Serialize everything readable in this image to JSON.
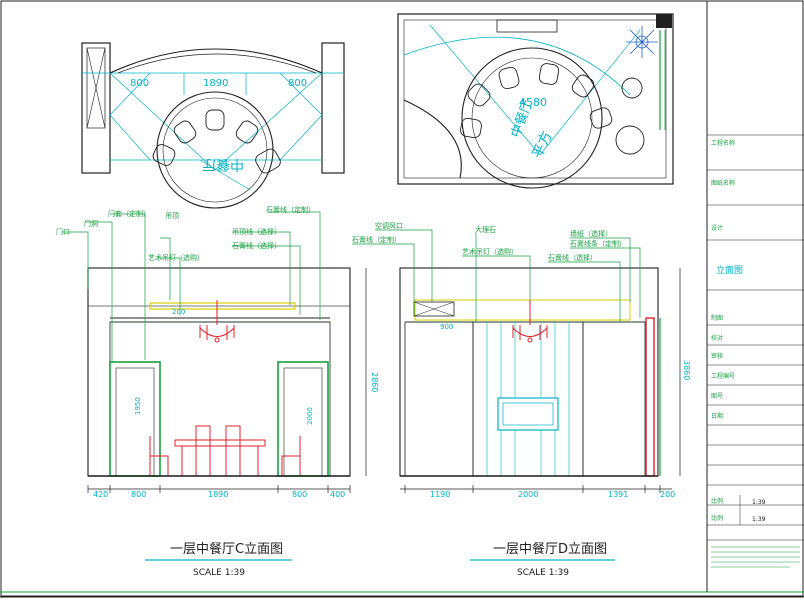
{
  "colors": {
    "cyan": "#00b4c8",
    "green": "#18a040",
    "red": "#e0202a",
    "yellow": "#d8d000",
    "black": "#202020",
    "blue": "#1e5fd0"
  },
  "plan_left": {
    "dims": [
      "800",
      "1890",
      "800"
    ],
    "room_label": "中餐厅"
  },
  "plan_right": {
    "dims": [
      "4580"
    ],
    "room_label": "中餐厅",
    "area_label": "平方"
  },
  "elev_c": {
    "title": "一层中餐厅C立面图",
    "scale": "SCALE 1:39",
    "bottom_dims": [
      "420",
      "800",
      "1890",
      "800",
      "400"
    ],
    "height_dim": "2860",
    "door_dim_left": "1950",
    "door_dim_right": "2000",
    "top_dim": "200",
    "labels": [
      "门套（定制）",
      "门洞",
      "门口",
      "吊顶",
      "艺术吊灯（选购）"
    ],
    "right_labels": [
      "石膏线（定制）",
      "吊顶线（选择）",
      "石膏线（选择）"
    ]
  },
  "elev_d": {
    "title": "一层中餐厅D立面图",
    "scale": "SCALE 1:39",
    "bottom_dims": [
      "1190",
      "2000",
      "1391",
      "200"
    ],
    "height_dim": "3860",
    "top_dim": "900",
    "labels": [
      "空调风口",
      "石膏线（定制）",
      "大理石",
      "艺术吊灯（选购）"
    ],
    "right_labels": [
      "墙纸（选择）",
      "石膏线条（定制）",
      "石膏线（选择）"
    ]
  },
  "title_block": {
    "drawing_name": "立面图",
    "scale_1": "1:39",
    "scale_2": "1:39",
    "rows": [
      "工程名称",
      "图纸名称",
      "设计",
      "制图",
      "校对",
      "审核",
      "工程编号",
      "图号",
      "日期",
      "比例",
      "比例"
    ]
  }
}
